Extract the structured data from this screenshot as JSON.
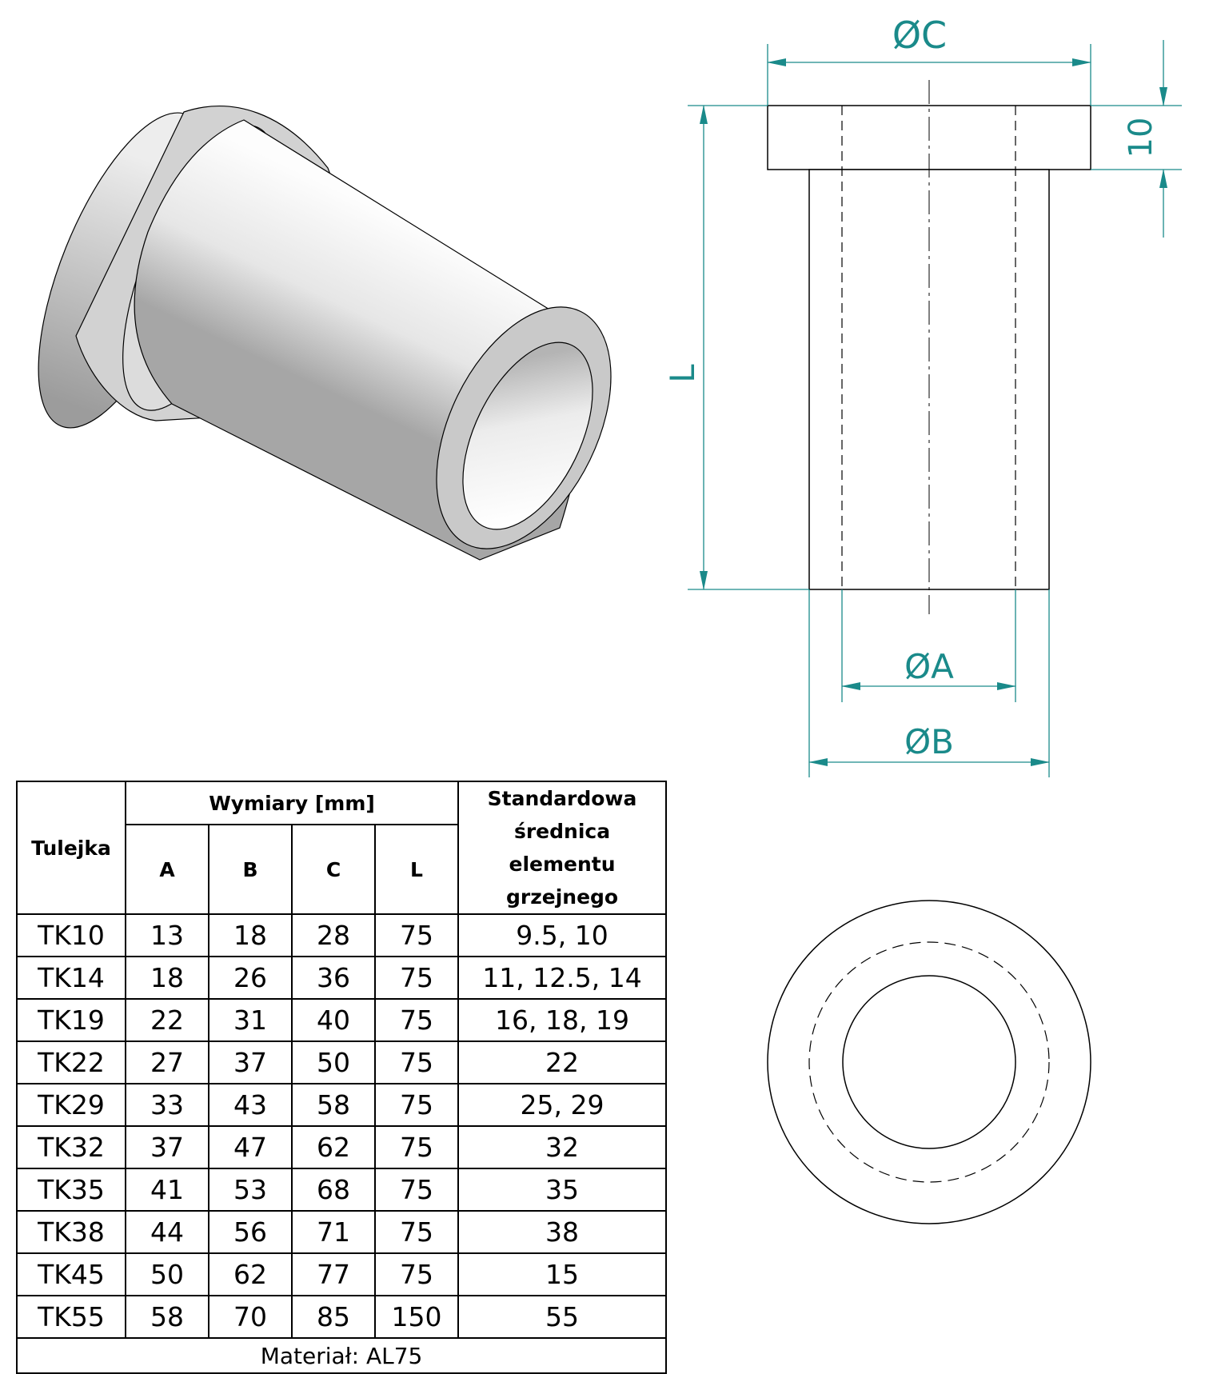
{
  "drawing": {
    "dim_C": "ØC",
    "dim_10": "10",
    "dim_L": "L",
    "dim_A": "ØA",
    "dim_B": "ØB"
  },
  "table": {
    "col_name": "Tulejka",
    "group_header": "Wymiary [mm]",
    "dim_headers": [
      "A",
      "B",
      "C",
      "L"
    ],
    "std_header_lines": [
      "Standardowa",
      "średnica elementu",
      "grzejnego"
    ],
    "rows": [
      {
        "name": "TK10",
        "A": "13",
        "B": "18",
        "C": "28",
        "L": "75",
        "std": "9.5, 10"
      },
      {
        "name": "TK14",
        "A": "18",
        "B": "26",
        "C": "36",
        "L": "75",
        "std": "11, 12.5, 14"
      },
      {
        "name": "TK19",
        "A": "22",
        "B": "31",
        "C": "40",
        "L": "75",
        "std": "16, 18, 19"
      },
      {
        "name": "TK22",
        "A": "27",
        "B": "37",
        "C": "50",
        "L": "75",
        "std": "22"
      },
      {
        "name": "TK29",
        "A": "33",
        "B": "43",
        "C": "58",
        "L": "75",
        "std": "25, 29"
      },
      {
        "name": "TK32",
        "A": "37",
        "B": "47",
        "C": "62",
        "L": "75",
        "std": "32"
      },
      {
        "name": "TK35",
        "A": "41",
        "B": "53",
        "C": "68",
        "L": "75",
        "std": "35"
      },
      {
        "name": "TK38",
        "A": "44",
        "B": "56",
        "C": "71",
        "L": "75",
        "std": "38"
      },
      {
        "name": "TK45",
        "A": "50",
        "B": "62",
        "C": "77",
        "L": "75",
        "std": "15"
      },
      {
        "name": "TK55",
        "A": "58",
        "B": "70",
        "C": "85",
        "L": "150",
        "std": "55"
      }
    ],
    "material": "Materiał: AL75"
  },
  "colors": {
    "dimension": "#1a8a8a",
    "outline": "#000000",
    "part_light": "#f4f4f4",
    "part_dark": "#a8a8a8"
  }
}
